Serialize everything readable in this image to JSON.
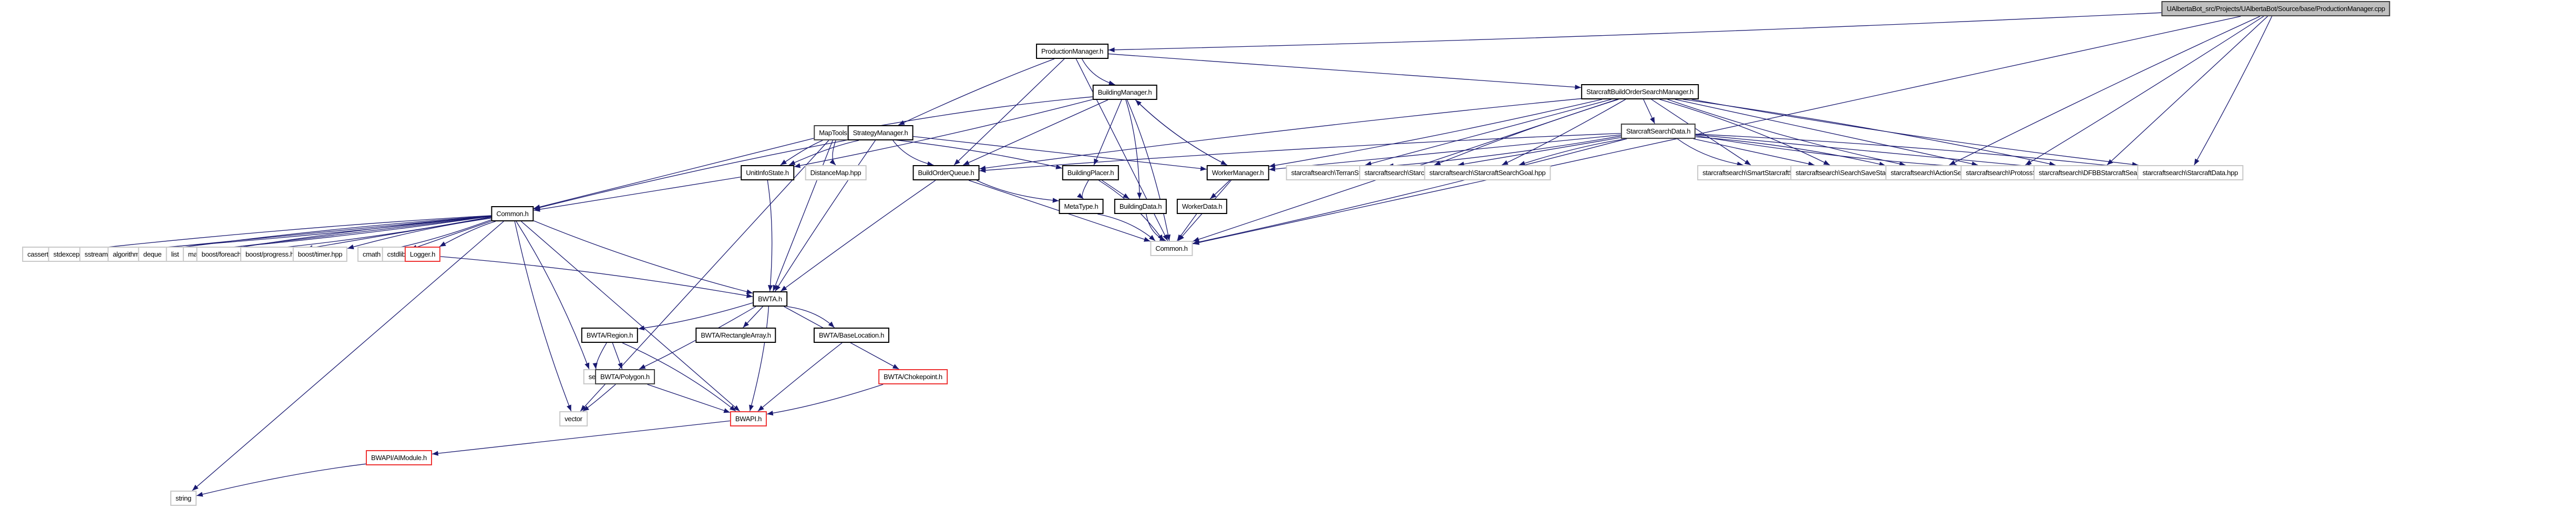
{
  "graph": {
    "title": "UAlbertaBot_src/Projects/UAlbertaBot/Source/base/ProductionManager.cpp",
    "colors": {
      "edge": "#191970",
      "internal_border": "#000000",
      "external_border": "#c8c8c8",
      "missing_border": "#ee3333",
      "root_fill": "#bfbfbf"
    },
    "nodes": [
      {
        "id": "root",
        "label": "UAlbertaBot_src/Projects/UAlbertaBot/Source/base/ProductionManager.cpp",
        "kind": "root"
      },
      {
        "id": "pm",
        "label": "ProductionManager.h",
        "kind": "internal"
      },
      {
        "id": "bm",
        "label": "BuildingManager.h",
        "kind": "internal"
      },
      {
        "id": "sbosm",
        "label": "StarcraftBuildOrderSearchManager.h",
        "kind": "internal"
      },
      {
        "id": "maptools",
        "label": "MapTools.h",
        "kind": "internal"
      },
      {
        "id": "strat",
        "label": "StrategyManager.h",
        "kind": "internal"
      },
      {
        "id": "uis",
        "label": "UnitInfoState.h",
        "kind": "internal"
      },
      {
        "id": "distmap",
        "label": "DistanceMap.hpp",
        "kind": "external"
      },
      {
        "id": "boq",
        "label": "BuildOrderQueue.h",
        "kind": "internal"
      },
      {
        "id": "bp",
        "label": "BuildingPlacer.h",
        "kind": "internal"
      },
      {
        "id": "wm",
        "label": "WorkerManager.h",
        "kind": "internal"
      },
      {
        "id": "ssd",
        "label": "StarcraftSearchData.h",
        "kind": "internal"
      },
      {
        "id": "terran",
        "label": "starcraftsearch\\TerranState.hpp",
        "kind": "external"
      },
      {
        "id": "scstate",
        "label": "starcraftsearch\\StarcraftState.hpp",
        "kind": "external"
      },
      {
        "id": "goal",
        "label": "starcraftsearch\\StarcraftSearchGoal.hpp",
        "kind": "external"
      },
      {
        "id": "smart",
        "label": "starcraftsearch\\SmartStarcraftSearch.hpp",
        "kind": "external"
      },
      {
        "id": "save",
        "label": "starcraftsearch\\SearchSaveState.hpp",
        "kind": "external"
      },
      {
        "id": "actionset",
        "label": "starcraftsearch\\ActionSet.hpp",
        "kind": "external"
      },
      {
        "id": "protoss",
        "label": "starcraftsearch\\ProtossState.hpp",
        "kind": "external"
      },
      {
        "id": "dfbb",
        "label": "starcraftsearch\\DFBBStarcraftSearch.hpp",
        "kind": "external"
      },
      {
        "id": "scdata",
        "label": "starcraftsearch\\StarcraftData.hpp",
        "kind": "external"
      },
      {
        "id": "metatype",
        "label": "MetaType.h",
        "kind": "internal"
      },
      {
        "id": "bdata",
        "label": "BuildingData.h",
        "kind": "internal"
      },
      {
        "id": "wdata",
        "label": "WorkerData.h",
        "kind": "internal"
      },
      {
        "id": "common2",
        "label": "Common.h",
        "kind": "external"
      },
      {
        "id": "common",
        "label": "Common.h",
        "kind": "internal"
      },
      {
        "id": "cassert",
        "label": "cassert",
        "kind": "external"
      },
      {
        "id": "stdexcept",
        "label": "stdexcept",
        "kind": "external"
      },
      {
        "id": "sstream",
        "label": "sstream",
        "kind": "external"
      },
      {
        "id": "algorithm",
        "label": "algorithm",
        "kind": "external"
      },
      {
        "id": "deque",
        "label": "deque",
        "kind": "external"
      },
      {
        "id": "list",
        "label": "list",
        "kind": "external"
      },
      {
        "id": "map",
        "label": "map",
        "kind": "external"
      },
      {
        "id": "foreach",
        "label": "boost/foreach.hpp",
        "kind": "external"
      },
      {
        "id": "progress",
        "label": "boost/progress.hpp",
        "kind": "external"
      },
      {
        "id": "timer",
        "label": "boost/timer.hpp",
        "kind": "external"
      },
      {
        "id": "cmath",
        "label": "cmath",
        "kind": "external"
      },
      {
        "id": "cstdlib",
        "label": "cstdlib",
        "kind": "external"
      },
      {
        "id": "logger",
        "label": "Logger.h",
        "kind": "missing"
      },
      {
        "id": "bwta",
        "label": "BWTA.h",
        "kind": "internal"
      },
      {
        "id": "region",
        "label": "BWTA/Region.h",
        "kind": "internal"
      },
      {
        "id": "rectarr",
        "label": "BWTA/RectangleArray.h",
        "kind": "internal"
      },
      {
        "id": "baseloc",
        "label": "BWTA/BaseLocation.h",
        "kind": "internal"
      },
      {
        "id": "set",
        "label": "set",
        "kind": "external"
      },
      {
        "id": "polygon",
        "label": "BWTA/Polygon.h",
        "kind": "internal"
      },
      {
        "id": "choke",
        "label": "BWTA/Chokepoint.h",
        "kind": "missing"
      },
      {
        "id": "vector",
        "label": "vector",
        "kind": "external"
      },
      {
        "id": "bwapi",
        "label": "BWAPI.h",
        "kind": "missing"
      },
      {
        "id": "aimodule",
        "label": "BWAPI/AIModule.h",
        "kind": "missing"
      },
      {
        "id": "string",
        "label": "string",
        "kind": "external"
      }
    ],
    "edges": [
      [
        "root",
        "pm"
      ],
      [
        "root",
        "common2"
      ],
      [
        "root",
        "actionset"
      ],
      [
        "root",
        "protoss"
      ],
      [
        "root",
        "dfbb"
      ],
      [
        "root",
        "scdata"
      ],
      [
        "pm",
        "bm"
      ],
      [
        "pm",
        "sbosm"
      ],
      [
        "pm",
        "strat"
      ],
      [
        "pm",
        "boq"
      ],
      [
        "pm",
        "common2"
      ],
      [
        "bm",
        "maptools"
      ],
      [
        "bm",
        "uis"
      ],
      [
        "bm",
        "bp"
      ],
      [
        "bm",
        "bdata"
      ],
      [
        "bm",
        "wm"
      ],
      [
        "bm",
        "boq"
      ],
      [
        "bm",
        "common2"
      ],
      [
        "wm",
        "bm"
      ],
      [
        "sbosm",
        "ssd"
      ],
      [
        "sbosm",
        "boq"
      ],
      [
        "sbosm",
        "wm"
      ],
      [
        "sbosm",
        "terran"
      ],
      [
        "sbosm",
        "scstate"
      ],
      [
        "sbosm",
        "goal"
      ],
      [
        "sbosm",
        "smart"
      ],
      [
        "sbosm",
        "save"
      ],
      [
        "sbosm",
        "actionset"
      ],
      [
        "sbosm",
        "protoss"
      ],
      [
        "sbosm",
        "dfbb"
      ],
      [
        "sbosm",
        "scdata"
      ],
      [
        "sbosm",
        "common2"
      ],
      [
        "ssd",
        "boq"
      ],
      [
        "ssd",
        "terran"
      ],
      [
        "ssd",
        "scstate"
      ],
      [
        "ssd",
        "goal"
      ],
      [
        "ssd",
        "smart"
      ],
      [
        "ssd",
        "save"
      ],
      [
        "ssd",
        "actionset"
      ],
      [
        "ssd",
        "protoss"
      ],
      [
        "ssd",
        "dfbb"
      ],
      [
        "ssd",
        "scdata"
      ],
      [
        "ssd",
        "common2"
      ],
      [
        "ssd",
        "wm"
      ],
      [
        "maptools",
        "uis"
      ],
      [
        "maptools",
        "distmap"
      ],
      [
        "maptools",
        "common"
      ],
      [
        "maptools",
        "bp"
      ],
      [
        "maptools",
        "vector"
      ],
      [
        "maptools",
        "bwta"
      ],
      [
        "strat",
        "uis"
      ],
      [
        "strat",
        "boq"
      ],
      [
        "strat",
        "wm"
      ],
      [
        "strat",
        "common"
      ],
      [
        "strat",
        "bwta"
      ],
      [
        "uis",
        "common"
      ],
      [
        "uis",
        "bwta"
      ],
      [
        "boq",
        "metatype"
      ],
      [
        "boq",
        "common2"
      ],
      [
        "boq",
        "bwta"
      ],
      [
        "bp",
        "metatype"
      ],
      [
        "bp",
        "bdata"
      ],
      [
        "bp",
        "common2"
      ],
      [
        "wm",
        "wdata"
      ],
      [
        "wm",
        "common2"
      ],
      [
        "metatype",
        "common2"
      ],
      [
        "bdata",
        "common2"
      ],
      [
        "wdata",
        "common2"
      ],
      [
        "common",
        "cassert"
      ],
      [
        "common",
        "stdexcept"
      ],
      [
        "common",
        "sstream"
      ],
      [
        "common",
        "algorithm"
      ],
      [
        "common",
        "deque"
      ],
      [
        "common",
        "list"
      ],
      [
        "common",
        "map"
      ],
      [
        "common",
        "foreach"
      ],
      [
        "common",
        "progress"
      ],
      [
        "common",
        "timer"
      ],
      [
        "common",
        "cmath"
      ],
      [
        "common",
        "cstdlib"
      ],
      [
        "common",
        "logger"
      ],
      [
        "common",
        "bwta"
      ],
      [
        "common",
        "bwapi"
      ],
      [
        "common",
        "set"
      ],
      [
        "common",
        "vector"
      ],
      [
        "common",
        "string"
      ],
      [
        "logger",
        "bwta"
      ],
      [
        "bwta",
        "region"
      ],
      [
        "bwta",
        "rectarr"
      ],
      [
        "bwta",
        "baseloc"
      ],
      [
        "bwta",
        "polygon"
      ],
      [
        "bwta",
        "choke"
      ],
      [
        "bwta",
        "bwapi"
      ],
      [
        "region",
        "set"
      ],
      [
        "region",
        "polygon"
      ],
      [
        "region",
        "bwapi"
      ],
      [
        "polygon",
        "vector"
      ],
      [
        "polygon",
        "bwapi"
      ],
      [
        "baseloc",
        "bwapi"
      ],
      [
        "choke",
        "bwapi"
      ],
      [
        "bwapi",
        "aimodule"
      ],
      [
        "aimodule",
        "string"
      ]
    ]
  }
}
